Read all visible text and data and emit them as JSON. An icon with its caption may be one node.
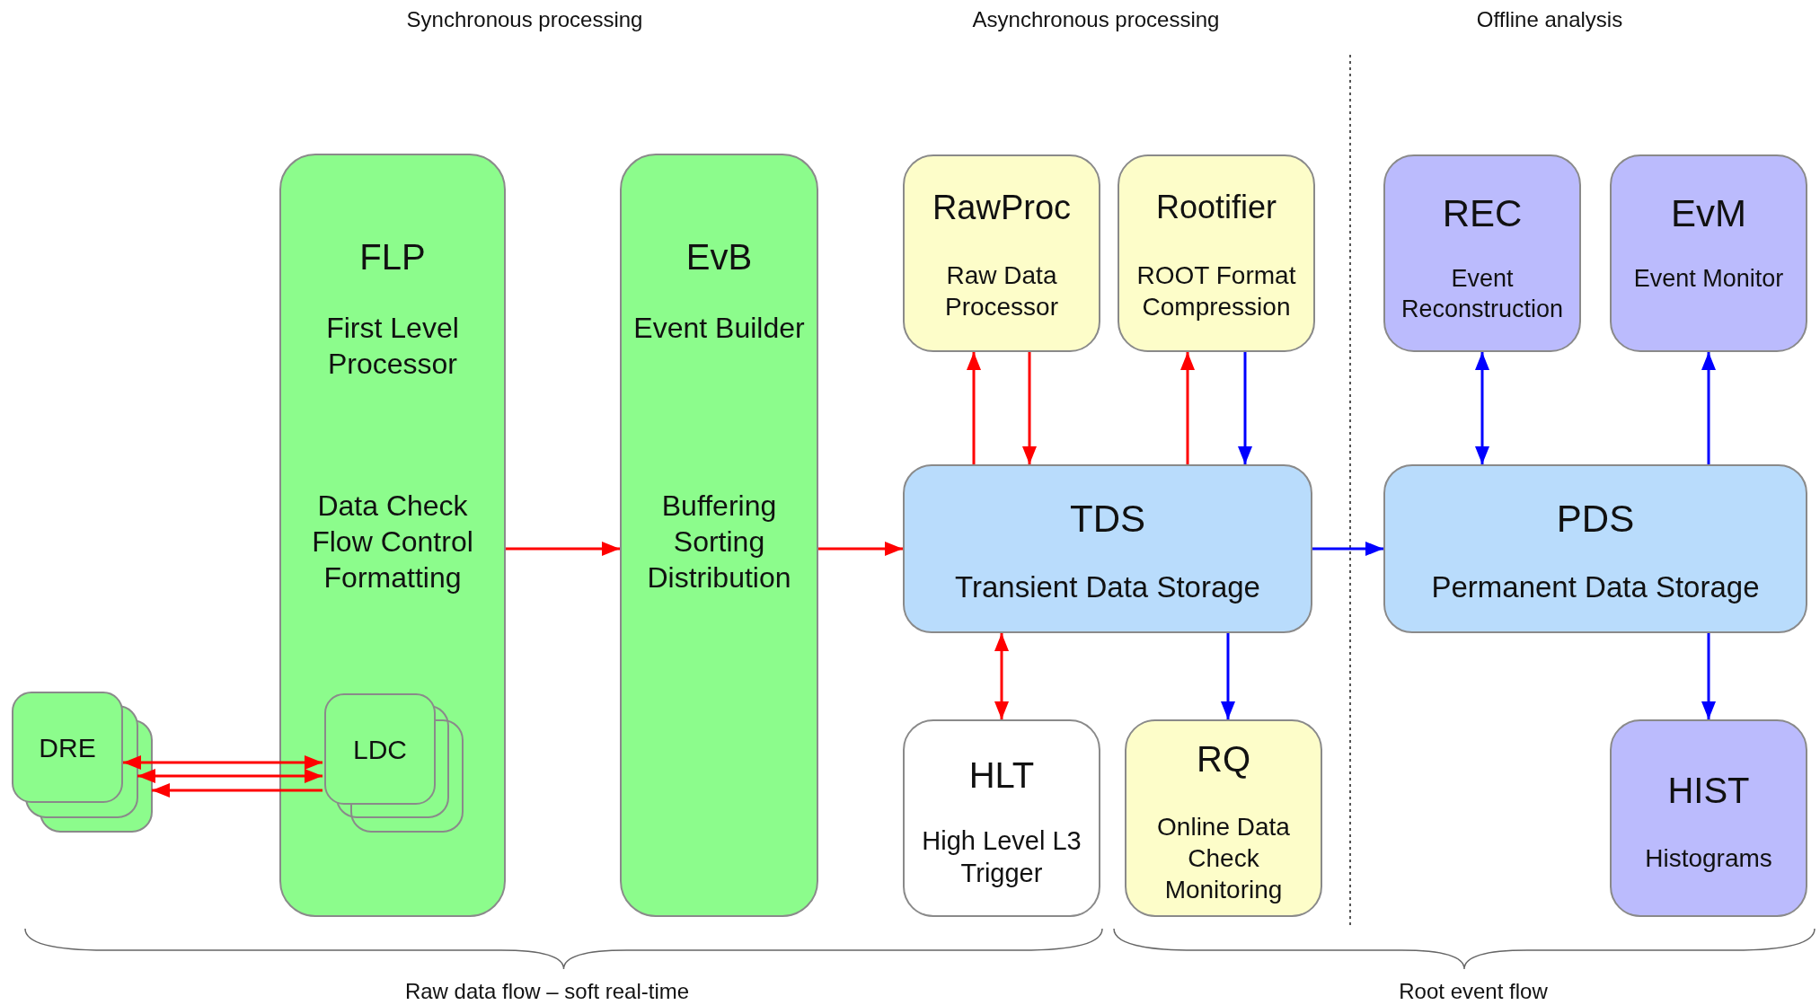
{
  "diagram": {
    "nodes": [
      {
        "text": [
          "FLP",
          "First Level Processor",
          "Data Check Flow Control Formatting"
        ]
      },
      {
        "text": [
          "LDC"
        ],
        "in": 0
      },
      {
        "text": [
          "DRE"
        ]
      },
      {
        "text": [
          "EvB",
          "Event Builder",
          "Buffering Sorting Distribution"
        ]
      },
      {
        "text": [
          "RawProc",
          "Raw Data Processor"
        ]
      },
      {
        "text": [
          "Rootifier",
          "ROOT Format Compression"
        ]
      },
      {
        "text": [
          "REC",
          "Event Reconstruction"
        ]
      },
      {
        "text": [
          "EvM",
          "Event Monitor"
        ]
      },
      {
        "text": [
          "TDS",
          "Transient Data Storage"
        ]
      },
      {
        "text": [
          "PDS",
          "Permanent Data Storage"
        ]
      },
      {
        "text": [
          "HLT",
          "High Level L3 Trigger"
        ]
      },
      {
        "text": [
          "RQ",
          "Online Data Check Monitoring"
        ]
      },
      {
        "text": [
          "HIST",
          "Histograms"
        ]
      }
    ],
    "edges": [
      {
        "from": 2,
        "to": 1,
        "arrow": "both"
      },
      {
        "from": 2,
        "to": 1,
        "arrow": "both"
      },
      {
        "from": 1,
        "to": 2,
        "arrow": "to"
      },
      {
        "from": 0,
        "to": 3,
        "arrow": "to"
      },
      {
        "from": 3,
        "to": 8,
        "arrow": "to"
      },
      {
        "from": 8,
        "to": 4,
        "arrow": "to"
      },
      {
        "from": 4,
        "to": 8,
        "arrow": "to"
      },
      {
        "from": 8,
        "to": 5,
        "arrow": "to"
      },
      {
        "from": 5,
        "to": 8,
        "arrow": "to",
        "color": "#0000ff"
      },
      {
        "from": 8,
        "to": 10,
        "arrow": "both"
      },
      {
        "from": 8,
        "to": 11,
        "arrow": "to",
        "color": "#0000ff"
      },
      {
        "from": 8,
        "to": 9,
        "arrow": "to",
        "color": "#0000ff"
      },
      {
        "from": 9,
        "to": 6,
        "arrow": "both",
        "color": "#0000ff"
      },
      {
        "from": 9,
        "to": 7,
        "arrow": "to",
        "color": "#0000ff"
      },
      {
        "from": 9,
        "to": 12,
        "arrow": "to",
        "color": "#0000ff"
      }
    ],
    "labels": [
      "Synchronous processing",
      "Asynchronous processing",
      "Offline analysis",
      "Raw data flow – soft real-time",
      "Root event flow"
    ]
  }
}
